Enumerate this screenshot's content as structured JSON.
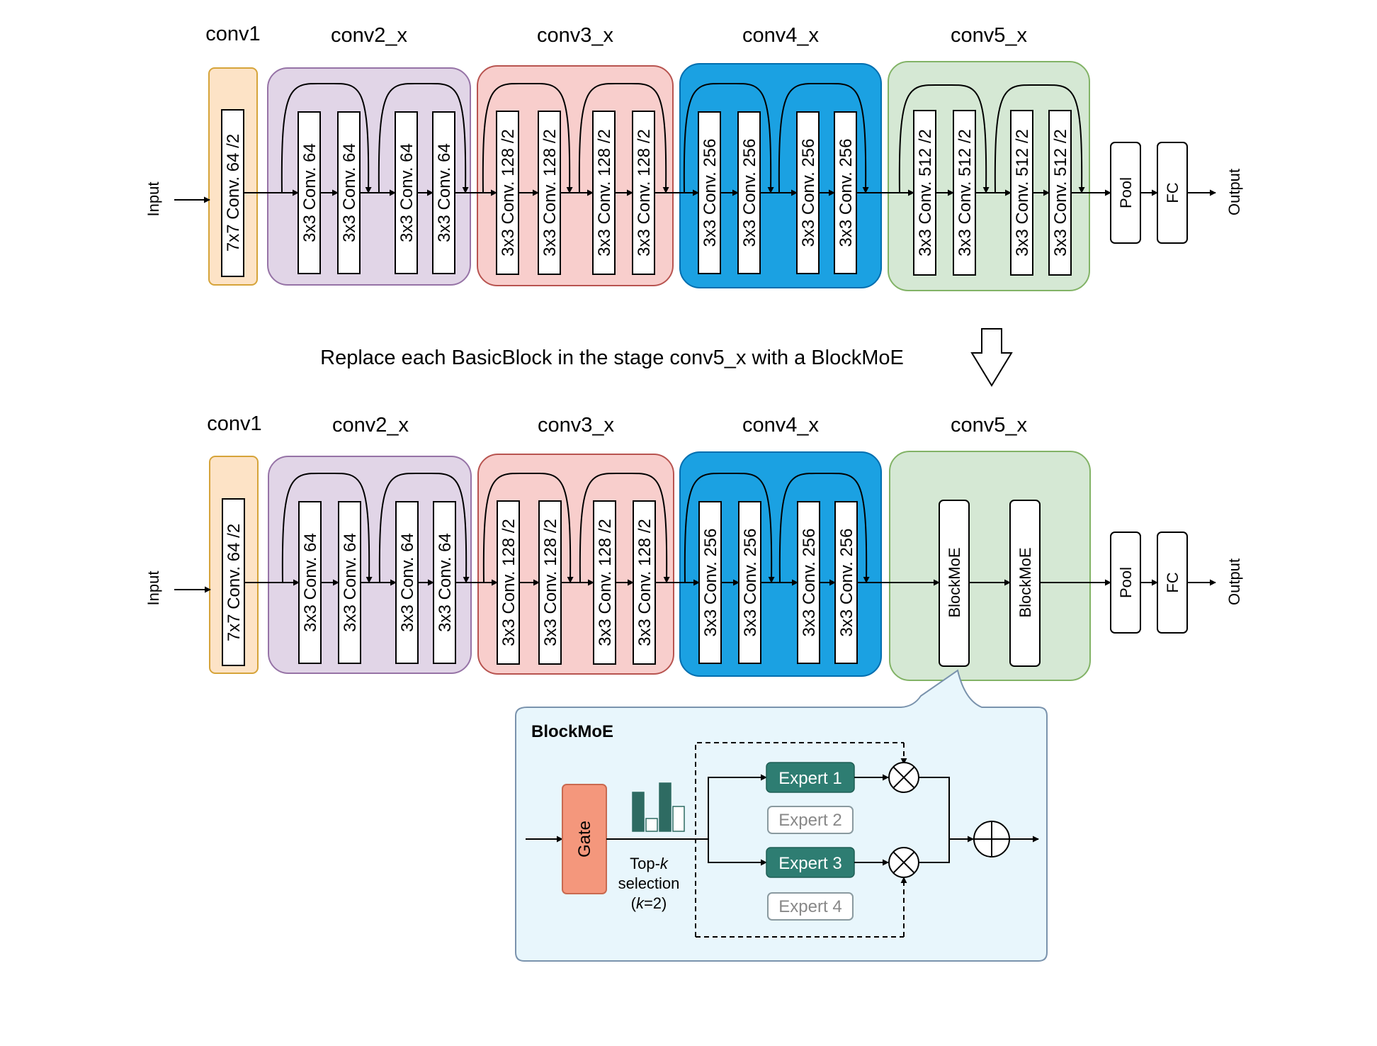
{
  "top": {
    "stage_titles": [
      "conv1",
      "conv2_x",
      "conv3_x",
      "conv4_x",
      "conv5_x"
    ],
    "input_label": "Input",
    "output_label": "Output",
    "conv1_layer": "7x7 Conv. 64 /2",
    "conv2_layers": [
      "3x3 Conv. 64",
      "3x3 Conv. 64",
      "3x3 Conv. 64",
      "3x3 Conv. 64"
    ],
    "conv3_layers": [
      "3x3 Conv. 128 /2",
      "3x3 Conv. 128 /2",
      "3x3 Conv. 128 /2",
      "3x3 Conv. 128 /2"
    ],
    "conv4_layers": [
      "3x3 Conv. 256",
      "3x3 Conv. 256",
      "3x3 Conv. 256",
      "3x3 Conv. 256"
    ],
    "conv5_layers": [
      "3x3 Conv. 512 /2",
      "3x3 Conv. 512 /2",
      "3x3 Conv. 512 /2",
      "3x3 Conv. 512 /2"
    ],
    "pool_label": "Pool",
    "fc_label": "FC"
  },
  "replace_caption": "Replace each BasicBlock in the stage conv5_x with a BlockMoE",
  "bottom": {
    "stage_titles": [
      "conv1",
      "conv2_x",
      "conv3_x",
      "conv4_x",
      "conv5_x"
    ],
    "input_label": "Input",
    "output_label": "Output",
    "conv1_layer": "7x7 Conv. 64 /2",
    "conv2_layers": [
      "3x3 Conv. 64",
      "3x3 Conv. 64",
      "3x3 Conv. 64",
      "3x3 Conv. 64"
    ],
    "conv3_layers": [
      "3x3 Conv. 128 /2",
      "3x3 Conv. 128 /2",
      "3x3 Conv. 128 /2",
      "3x3 Conv. 128 /2"
    ],
    "conv4_layers": [
      "3x3 Conv. 256",
      "3x3 Conv. 256",
      "3x3 Conv. 256",
      "3x3 Conv. 256"
    ],
    "blockmoe_layers": [
      "BlockMoE",
      "BlockMoE"
    ],
    "pool_label": "Pool",
    "fc_label": "FC"
  },
  "blockmoe_detail": {
    "title": "BlockMoE",
    "gate_label": "Gate",
    "topk_line1_prefix": "Top-",
    "topk_line1_k": "k",
    "topk_line2": "selection",
    "topk_line3_open": "(",
    "topk_line3_k": "k",
    "topk_line3_rest": "=2)",
    "experts": [
      {
        "label": "Expert 1",
        "active": true
      },
      {
        "label": "Expert 2",
        "active": false
      },
      {
        "label": "Expert 3",
        "active": true
      },
      {
        "label": "Expert 4",
        "active": false
      }
    ],
    "gate_scores": [
      0.55,
      0.18,
      0.68,
      0.35
    ]
  },
  "colors": {
    "conv1_fill": "#fde3c6",
    "conv1_stroke": "#d6a43a",
    "conv2_fill": "#e1d5e7",
    "conv2_stroke": "#9673a6",
    "conv3_fill": "#f8cecc",
    "conv3_stroke": "#b85450",
    "conv4_fill": "#1ba1e2",
    "conv4_stroke": "#006eaf",
    "conv5_fill": "#d5e8d4",
    "conv5_stroke": "#82b366",
    "detail_fill": "#e8f6fc",
    "detail_stroke": "#7a93ad",
    "gate_fill": "#f4977c",
    "gate_stroke": "#c96a50",
    "expert_fill": "#2e7d72",
    "expert_inactive_stroke": "#8a9aa0",
    "bar_fill": "#2e6b62"
  }
}
